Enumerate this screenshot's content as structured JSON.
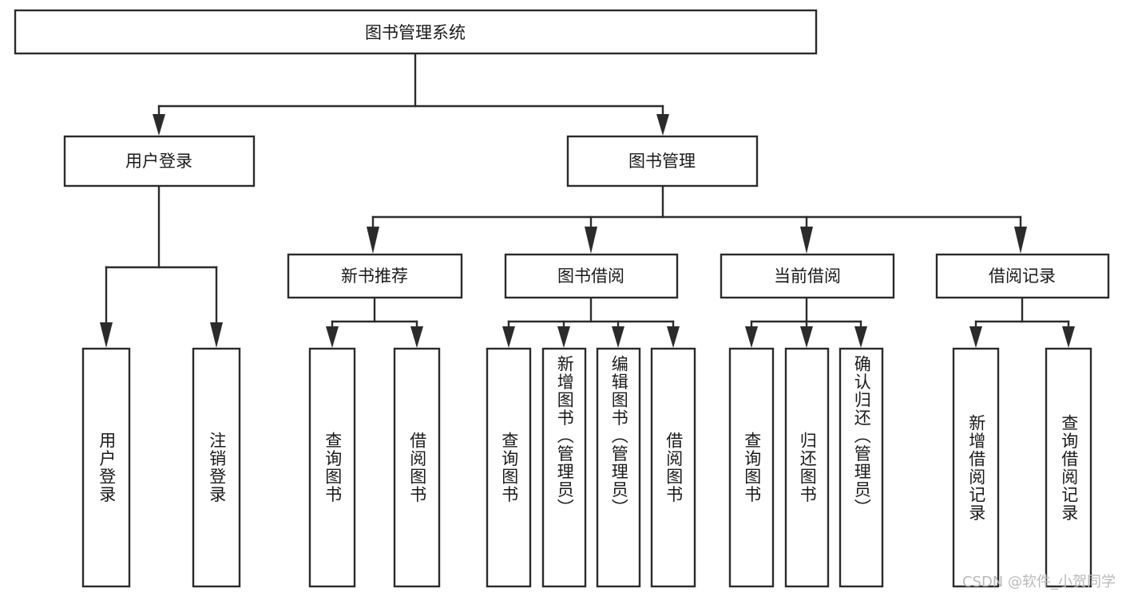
{
  "diagram": {
    "title": "图书管理系统",
    "type": "tree",
    "watermark": "CSDN @软件_小贺同学",
    "colors": {
      "stroke": "#2b2b2b",
      "fill": "#ffffff",
      "text": "#1a1a1a",
      "watermark": "#b9b9b9",
      "background": "#ffffff"
    },
    "root": {
      "label": "图书管理系统"
    },
    "level2": [
      {
        "label": "用户登录"
      },
      {
        "label": "图书管理"
      }
    ],
    "level3": [
      {
        "label": "新书推荐"
      },
      {
        "label": "图书借阅"
      },
      {
        "label": "当前借阅"
      },
      {
        "label": "借阅记录"
      }
    ],
    "leaves": {
      "user_login": [
        {
          "label": "用户登录"
        },
        {
          "label": "注销登录"
        }
      ],
      "new_book_recommend": [
        {
          "label": "查询图书"
        },
        {
          "label": "借阅图书"
        }
      ],
      "book_borrow": [
        {
          "label": "查询图书"
        },
        {
          "label": "新增图书（管理员）"
        },
        {
          "label": "编辑图书（管理员）"
        },
        {
          "label": "借阅图书"
        }
      ],
      "current_borrow": [
        {
          "label": "查询图书"
        },
        {
          "label": "归还图书"
        },
        {
          "label": "确认归还（管理员）"
        }
      ],
      "borrow_record": [
        {
          "label": "新增借阅记录"
        },
        {
          "label": "查询借阅记录"
        }
      ]
    }
  },
  "chart_data": {
    "type": "table",
    "title": "图书管理系统",
    "nodes": [
      {
        "id": "root",
        "label": "图书管理系统",
        "level": 0,
        "parent": null
      },
      {
        "id": "n-user-login",
        "label": "用户登录",
        "level": 1,
        "parent": "root"
      },
      {
        "id": "n-book-manage",
        "label": "图书管理",
        "level": 1,
        "parent": "root"
      },
      {
        "id": "l-user-login",
        "label": "用户登录",
        "level": 2,
        "parent": "n-user-login"
      },
      {
        "id": "l-logout",
        "label": "注销登录",
        "level": 2,
        "parent": "n-user-login"
      },
      {
        "id": "n-new-book",
        "label": "新书推荐",
        "level": 2,
        "parent": "n-book-manage"
      },
      {
        "id": "n-book-borrow",
        "label": "图书借阅",
        "level": 2,
        "parent": "n-book-manage"
      },
      {
        "id": "n-current-borrow",
        "label": "当前借阅",
        "level": 2,
        "parent": "n-book-manage"
      },
      {
        "id": "n-borrow-record",
        "label": "借阅记录",
        "level": 2,
        "parent": "n-book-manage"
      },
      {
        "id": "l-nb-query",
        "label": "查询图书",
        "level": 3,
        "parent": "n-new-book"
      },
      {
        "id": "l-nb-borrow",
        "label": "借阅图书",
        "level": 3,
        "parent": "n-new-book"
      },
      {
        "id": "l-bb-query",
        "label": "查询图书",
        "level": 3,
        "parent": "n-book-borrow"
      },
      {
        "id": "l-bb-add",
        "label": "新增图书（管理员）",
        "level": 3,
        "parent": "n-book-borrow"
      },
      {
        "id": "l-bb-edit",
        "label": "编辑图书（管理员）",
        "level": 3,
        "parent": "n-book-borrow"
      },
      {
        "id": "l-bb-borrow",
        "label": "借阅图书",
        "level": 3,
        "parent": "n-book-borrow"
      },
      {
        "id": "l-cb-query",
        "label": "查询图书",
        "level": 3,
        "parent": "n-current-borrow"
      },
      {
        "id": "l-cb-return",
        "label": "归还图书",
        "level": 3,
        "parent": "n-current-borrow"
      },
      {
        "id": "l-cb-confirm",
        "label": "确认归还（管理员）",
        "level": 3,
        "parent": "n-current-borrow"
      },
      {
        "id": "l-br-add",
        "label": "新增借阅记录",
        "level": 3,
        "parent": "n-borrow-record"
      },
      {
        "id": "l-br-query",
        "label": "查询借阅记录",
        "level": 3,
        "parent": "n-borrow-record"
      }
    ]
  }
}
